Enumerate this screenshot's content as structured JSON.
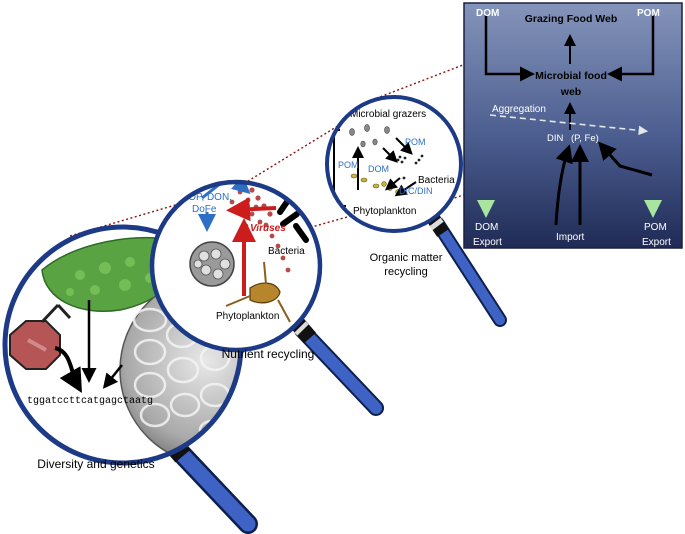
{
  "panel": {
    "dom_top": "DOM",
    "pom_top": "POM",
    "grazing": "Grazing Food Web",
    "microbial_line1": "Microbial food",
    "microbial_line2": "web",
    "aggregation": "Aggregation",
    "din": "DIN",
    "pfe": "(P, Fe)",
    "dom_bottom": "DOM",
    "export_left": "Export",
    "import": "Import",
    "pom_bottom": "POM",
    "export_right": "Export"
  },
  "lens_large": {
    "sequence": "tggatccttcatgagctaatg",
    "caption": "Diversity and genetics"
  },
  "lens_medium": {
    "dop": "DOP, DON,",
    "dofe": "DoFe",
    "viruses": "Viruses",
    "bacteria": "Bacteria",
    "phytoplankton": "Phytoplankton",
    "caption": "Nutrient recycling"
  },
  "lens_small": {
    "microbial_grazers": "Microbial grazers",
    "din": "DIN",
    "pom_right": "POM",
    "pom_left": "POM",
    "dom": "DOM",
    "bacteria": "Bacteria",
    "dic_din": "DIC/DIN",
    "phytoplankton": "Phytoplankton",
    "caption_line1": "Organic matter",
    "caption_line2": "recycling"
  },
  "colors": {
    "lens_rim": "#1c3a86",
    "handle": "#3f63c4",
    "panel_top": "#7d8fb6",
    "panel_bottom": "#22305a",
    "virus_red": "#cc1c1c",
    "label_blue": "#2d6fc4",
    "dotted_red": "#8a1212"
  }
}
